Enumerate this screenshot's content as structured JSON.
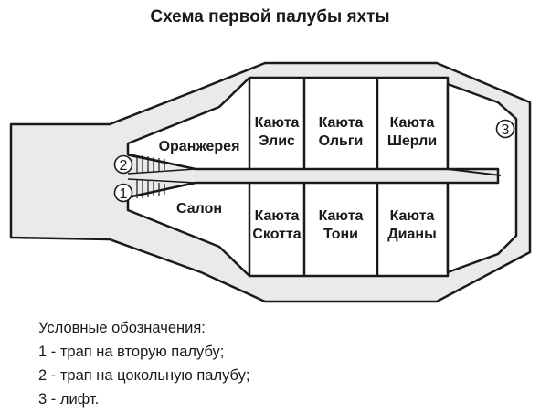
{
  "title": "Схема первой палубы яхты",
  "rooms": {
    "orangery": "Оранжерея",
    "salon": "Салон",
    "cabin_alice": [
      "Каюта",
      "Элис"
    ],
    "cabin_olga": [
      "Каюта",
      "Ольги"
    ],
    "cabin_shirley": [
      "Каюта",
      "Шерли"
    ],
    "cabin_scott": [
      "Каюта",
      "Скотта"
    ],
    "cabin_tony": [
      "Каюта",
      "Тони"
    ],
    "cabin_diana": [
      "Каюта",
      "Дианы"
    ]
  },
  "markers": {
    "stairs_second_deck": "1",
    "stairs_lower_deck": "2",
    "elevator": "3"
  },
  "legend": {
    "heading": "Условные обозначения:",
    "items": [
      "1 - трап на вторую палубу;",
      "2 - трап на цокольную палубу;",
      "3 - лифт."
    ]
  },
  "colors": {
    "hull_fill": "#eaeaea",
    "room_fill": "#ffffff",
    "stroke": "#1a1a1a"
  }
}
